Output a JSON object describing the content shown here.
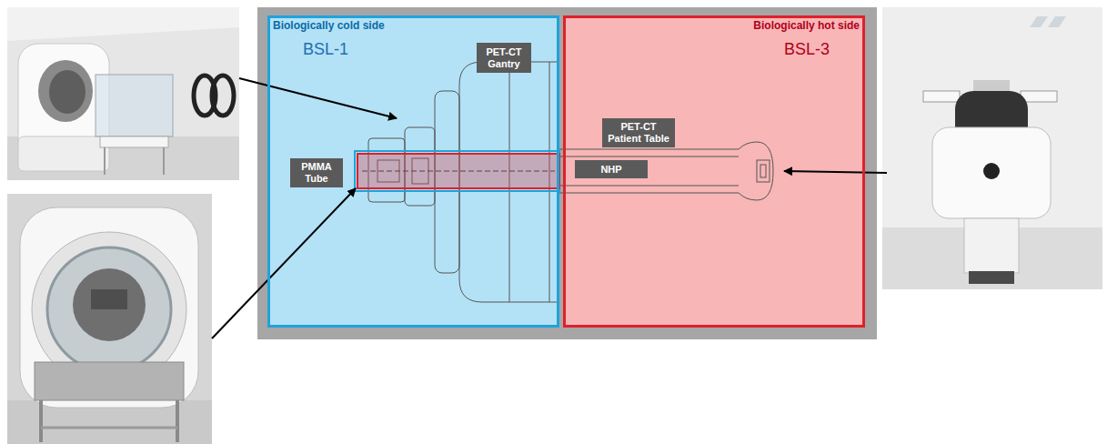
{
  "diagram": {
    "nodes": [
      {
        "text": [
          "Biologically cold side",
          "BSL-1"
        ]
      },
      {
        "text": [
          "PET-CT Gantry"
        ],
        "in": 0
      },
      {
        "text": [
          "PMMA Tube"
        ],
        "in": 0
      },
      {
        "text": [
          "Biologically hot side",
          "BSL-3"
        ]
      },
      {
        "text": [
          "PET-CT Patient Table"
        ],
        "in": 3
      },
      {
        "text": [
          "NHP"
        ],
        "in": 3
      }
    ]
  }
}
